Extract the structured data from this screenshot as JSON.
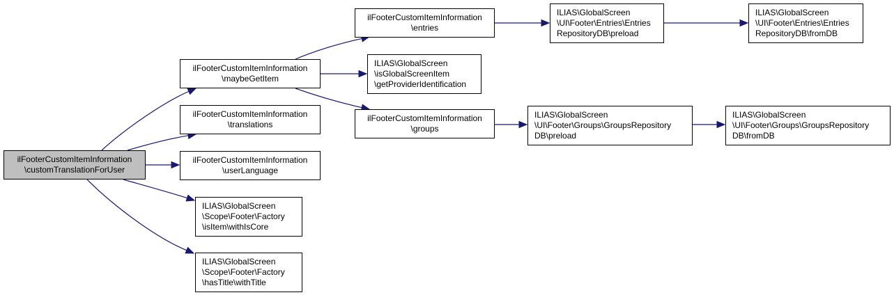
{
  "diagram": {
    "type": "call-graph",
    "edge_color": "#191970",
    "root_fill": "#bfbfbf",
    "nodes": [
      {
        "id": "root",
        "lines": [
          "ilFooterCustomItemInformation",
          "\\customTranslationForUser"
        ],
        "root": true,
        "align": "center"
      },
      {
        "id": "maybeGetItem",
        "lines": [
          "ilFooterCustomItemInformation",
          "\\maybeGetItem"
        ],
        "align": "center"
      },
      {
        "id": "translations",
        "lines": [
          "ilFooterCustomItemInformation",
          "\\translations"
        ],
        "align": "center"
      },
      {
        "id": "userLanguage",
        "lines": [
          "ilFooterCustomItemInformation",
          "\\userLanguage"
        ],
        "align": "center"
      },
      {
        "id": "withIsCore",
        "lines": [
          "ILIAS\\GlobalScreen",
          "\\Scope\\Footer\\Factory",
          "\\isItem\\withIsCore"
        ],
        "align": "left"
      },
      {
        "id": "withTitle",
        "lines": [
          "ILIAS\\GlobalScreen",
          "\\Scope\\Footer\\Factory",
          "\\hasTitle\\withTitle"
        ],
        "align": "left"
      },
      {
        "id": "entries",
        "lines": [
          "ilFooterCustomItemInformation",
          "\\entries"
        ],
        "align": "center"
      },
      {
        "id": "getProviderIdentification",
        "lines": [
          "ILIAS\\GlobalScreen",
          "\\isGlobalScreenItem",
          "\\getProviderIdentification"
        ],
        "align": "left"
      },
      {
        "id": "groups",
        "lines": [
          "ilFooterCustomItemInformation",
          "\\groups"
        ],
        "align": "center"
      },
      {
        "id": "entriesPreload",
        "lines": [
          "ILIAS\\GlobalScreen",
          "\\UI\\Footer\\Entries\\Entries",
          "RepositoryDB\\preload"
        ],
        "align": "left"
      },
      {
        "id": "entriesFromDB",
        "lines": [
          "ILIAS\\GlobalScreen",
          "\\UI\\Footer\\Entries\\Entries",
          "RepositoryDB\\fromDB"
        ],
        "align": "left"
      },
      {
        "id": "groupsPreload",
        "lines": [
          "ILIAS\\GlobalScreen",
          "\\UI\\Footer\\Groups\\GroupsRepository",
          "DB\\preload"
        ],
        "align": "left"
      },
      {
        "id": "groupsFromDB",
        "lines": [
          "ILIAS\\GlobalScreen",
          "\\UI\\Footer\\Groups\\GroupsRepository",
          "DB\\fromDB"
        ],
        "align": "left"
      }
    ],
    "edges": [
      {
        "from": "root",
        "to": "maybeGetItem"
      },
      {
        "from": "root",
        "to": "translations"
      },
      {
        "from": "root",
        "to": "userLanguage"
      },
      {
        "from": "root",
        "to": "withIsCore"
      },
      {
        "from": "root",
        "to": "withTitle"
      },
      {
        "from": "maybeGetItem",
        "to": "entries"
      },
      {
        "from": "maybeGetItem",
        "to": "getProviderIdentification"
      },
      {
        "from": "maybeGetItem",
        "to": "groups"
      },
      {
        "from": "entries",
        "to": "entriesPreload"
      },
      {
        "from": "entriesPreload",
        "to": "entriesFromDB"
      },
      {
        "from": "groups",
        "to": "groupsPreload"
      },
      {
        "from": "groupsPreload",
        "to": "groupsFromDB"
      }
    ]
  }
}
